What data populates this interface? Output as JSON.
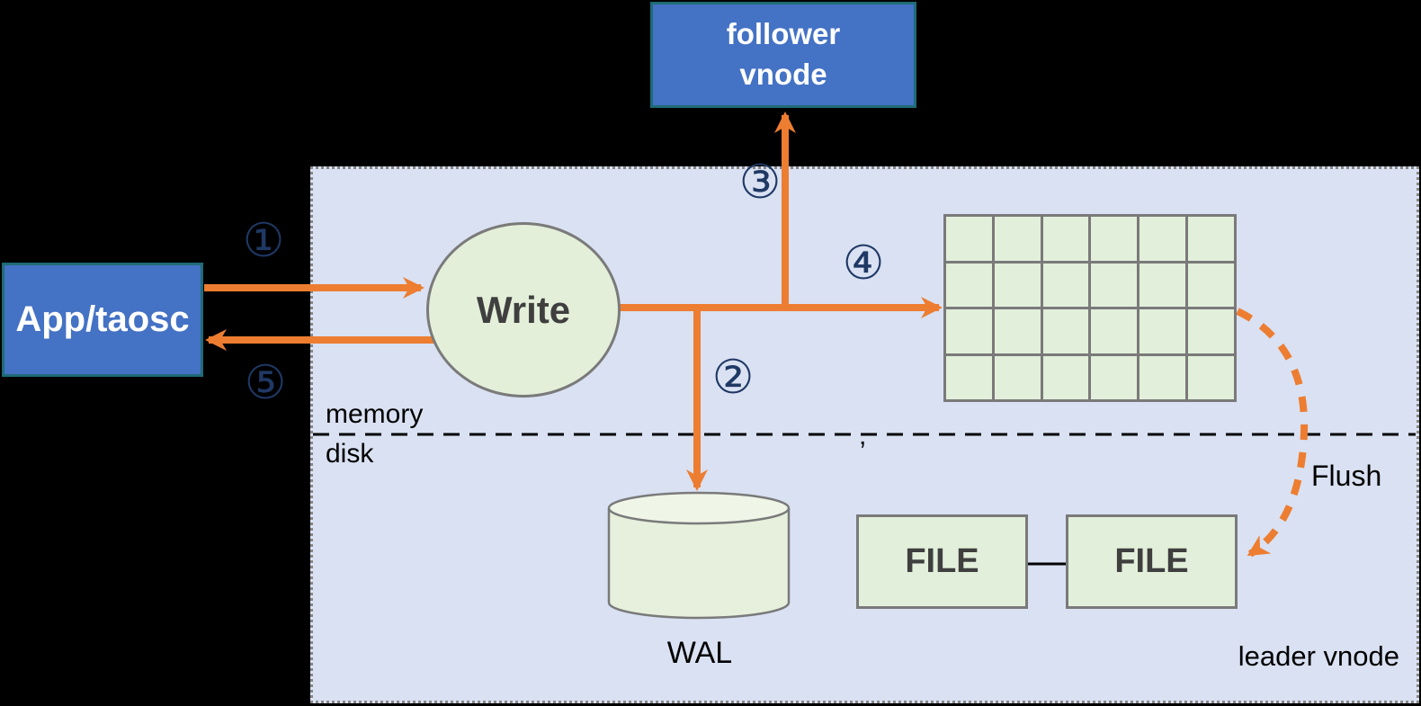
{
  "colors": {
    "background": "#000000",
    "panel_fill": "#D9E1F2",
    "panel_border": "#878787",
    "node_blue": "#4472C4",
    "node_blue_border": "#1F6B78",
    "green_fill": "#E2EFDA",
    "green_border": "#7A7A7A",
    "arrow_orange": "#ED7D31",
    "step_number_navy": "#1F3864",
    "dark_text": "#3F3F3F"
  },
  "nodes": {
    "follower_vnode": {
      "label": "follower vnode"
    },
    "app": {
      "label": "App/taosc"
    },
    "write": {
      "label": "Write"
    },
    "wal": {
      "label": "WAL"
    },
    "file_left": {
      "label": "FILE"
    },
    "file_right": {
      "label": "FILE"
    }
  },
  "zones": {
    "memory": "memory",
    "disk": "disk",
    "leader_vnode": "leader vnode"
  },
  "annotations": {
    "flush": "Flush",
    "comma": ","
  },
  "steps": {
    "s1": "①",
    "s2": "②",
    "s3": "③",
    "s4": "④",
    "s5": "⑤"
  },
  "memtable_grid": {
    "rows": 4,
    "cols": 6
  }
}
